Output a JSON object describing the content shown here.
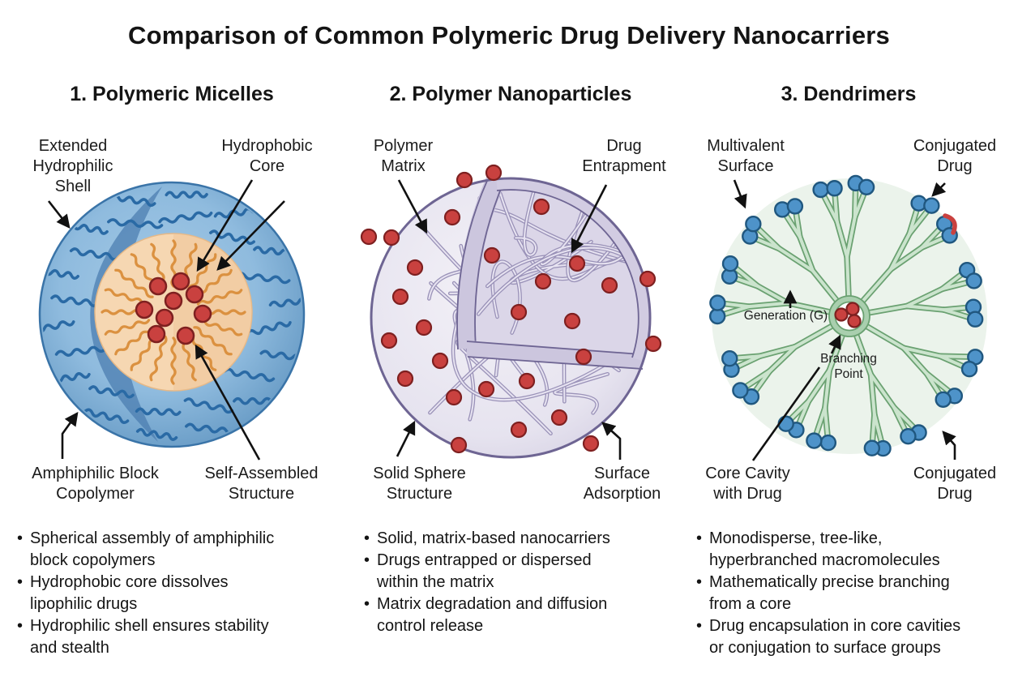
{
  "title": "Comparison of Common Polymeric Drug Delivery Nanocarriers",
  "panels": [
    {
      "heading": "1. Polymeric Micelles",
      "callouts": [
        "Extended\nHydrophilic\nShell",
        "Hydrophobic\nCore",
        "Amphiphilic Block\nCopolymer",
        "Self-Assembled\nStructure"
      ],
      "bullets": [
        "Spherical assembly of amphiphilic\nblock copolymers",
        "Hydrophobic core dissolves\nlipophilic drugs",
        "Hydrophilic shell ensures stability\nand stealth"
      ]
    },
    {
      "heading": "2. Polymer Nanoparticles",
      "callouts": [
        "Polymer\nMatrix",
        "Drug\nEntrapment",
        "Solid Sphere\nStructure",
        "Surface\nAdsorption"
      ],
      "bullets": [
        "Solid, matrix-based nanocarriers",
        "Drugs entrapped or dispersed\nwithin the matrix",
        "Matrix degradation and diffusion\ncontrol release"
      ]
    },
    {
      "heading": "3. Dendrimers",
      "callouts": [
        "Multivalent\nSurface",
        "Conjugated\nDrug",
        "Generation (G)",
        "Branching\nPoint",
        "Core Cavity\nwith Drug",
        "Conjugated\nDrug"
      ],
      "bullets": [
        "Monodisperse, tree-like,\nhyperbranched macromolecules",
        "Mathematically precise branching\nfrom a core",
        "Drug encapsulation in core cavities\nor conjugation to surface groups"
      ]
    }
  ],
  "illustration_colors": {
    "micelle_shell_blue": "#8FBBDE",
    "micelle_shell_edge": "#5E93BF",
    "micelle_shell_cut": "#4A7CAE",
    "micelle_polymer_line_blue": "#2A6AA5",
    "micelle_core_peach": "#F6D7B2",
    "micelle_core_shade": "#EDC292",
    "micelle_core_line_orange": "#DB9140",
    "drug_red": "#C9413F",
    "drug_red_dark": "#7E2020",
    "np_body_light": "#F1EFF6",
    "np_body_edge": "#D5D0E3",
    "np_outline_purple": "#6E6593",
    "np_strand_dark": "#9A92B8",
    "np_strand_light": "#E7E3F1",
    "np_cut_face": "#CCC6DE",
    "np_wedge_fill": "#DBD6E8",
    "dendrimer_bg": "#EBF3EB",
    "dendrimer_branch_dark": "#6AA171",
    "dendrimer_branch_light": "#CBE4CD",
    "dendrimer_tip_blue": "#4E93C9",
    "dendrimer_tip_edge": "#20577F",
    "arrow_black": "#111111"
  }
}
